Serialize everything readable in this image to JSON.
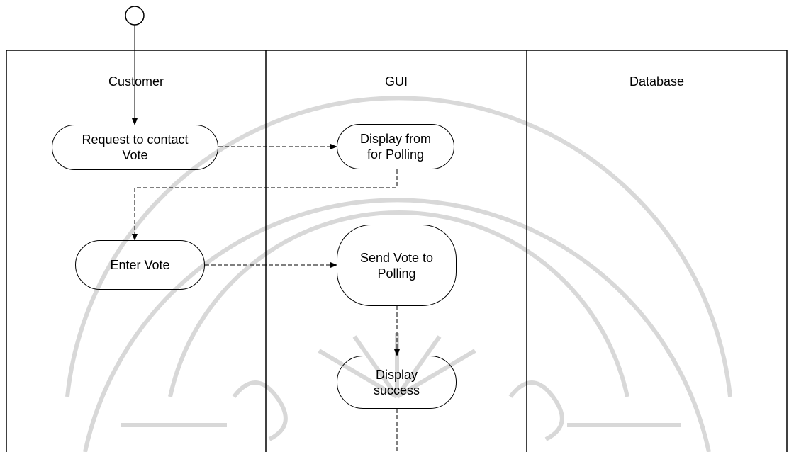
{
  "lanes": [
    {
      "title": "Customer"
    },
    {
      "title": "GUI"
    },
    {
      "title": "Database"
    }
  ],
  "activities": {
    "request": "Request to contact\nVote",
    "display_form": "Display from\nfor Polling",
    "enter_vote": "Enter Vote",
    "send_vote": "Send Vote to\nPolling",
    "display_success": "Display\nsuccess"
  },
  "colors": {
    "line": "#000000",
    "watermark": "#cfcfcf",
    "background": "#ffffff"
  }
}
